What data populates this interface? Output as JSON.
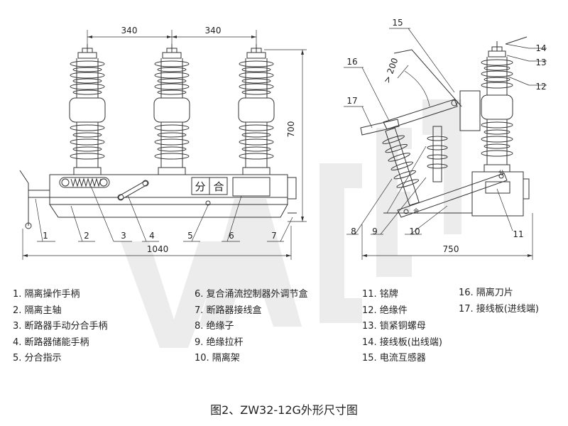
{
  "dimensions": {
    "spacing_left": "340",
    "spacing_right": "340",
    "height": "700",
    "total_width": "1040",
    "side_width": "750",
    "angle": "> 200"
  },
  "indicator_text": {
    "open": "分",
    "close": "合"
  },
  "callouts_front": [
    "1",
    "2",
    "3",
    "4",
    "5",
    "6",
    "7"
  ],
  "callouts_side": [
    "8",
    "9",
    "10",
    "11",
    "12",
    "13",
    "14",
    "15",
    "16",
    "17"
  ],
  "legend": {
    "col1": [
      "1. 隔离操作手柄",
      "2. 隔离主轴",
      "3. 断路器手动分合手柄",
      "4. 断路器储能手柄",
      "5. 分合指示"
    ],
    "col2": [
      "6. 复合涌流控制器外调节盒",
      "7. 断路器接线盒",
      "8. 绝缘子",
      "9. 绝缘拉杆",
      "10. 隔离架"
    ],
    "col3": [
      "11. 铭牌",
      "12. 绝缘件",
      "13. 锁紧铜螺母",
      "14. 接线板(出线端)",
      "15. 电流互感器"
    ],
    "col4": [
      "16. 隔离刀片",
      "17. 接线板(进线端)"
    ]
  },
  "caption": "图2、ZW32-12G外形尺寸图",
  "colors": {
    "line": "#333333",
    "watermark": "#ececec"
  }
}
